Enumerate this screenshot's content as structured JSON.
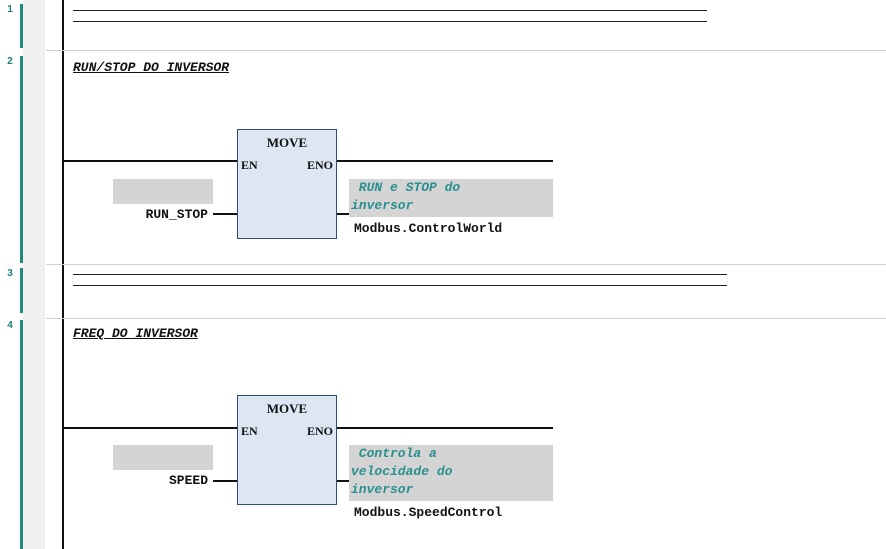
{
  "rungs": [
    {
      "number": "1",
      "comment": "================================================"
    },
    {
      "number": "2",
      "comment": "RUN/STOP DO INVERSOR"
    },
    {
      "number": "3",
      "comment": "================================================"
    },
    {
      "number": "4",
      "comment": "FREQ DO INVERSOR"
    }
  ],
  "blocks": [
    {
      "title": "MOVE",
      "pin_en": "EN",
      "pin_eno": "ENO",
      "input": "RUN_STOP",
      "output_comment": " RUN e STOP do\ninversor",
      "output": "Modbus.ControlWorld"
    },
    {
      "title": "MOVE",
      "pin_en": "EN",
      "pin_eno": "ENO",
      "input": "SPEED",
      "output_comment": " Controla a\nvelocidade do\ninversor",
      "output": "Modbus.SpeedControl"
    }
  ],
  "colors": {
    "accent": "#1b8c7e",
    "block_fill": "#dde6f3",
    "comment_text": "#2a8f8f",
    "gray_box": "#d4d4d4"
  }
}
